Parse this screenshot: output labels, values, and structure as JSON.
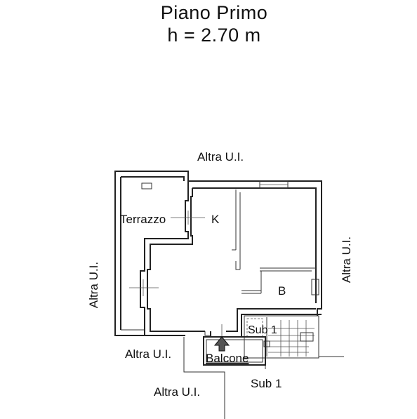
{
  "title": {
    "line1": "Piano Primo",
    "line2": "h = 2.70 m"
  },
  "labels": {
    "altra_top": "Altra U.I.",
    "altra_left": "Altra U.I.",
    "altra_right": "Altra U.I.",
    "altra_bottom_left": "Altra U.I.",
    "altra_bottom": "Altra U.I.",
    "terrazzo": "Terrazzo",
    "kitchen": "K",
    "bath": "B",
    "sub1_stair": "Sub 1",
    "sub1_bottom": "Sub 1",
    "balcone": "Balcone"
  },
  "icons": {
    "entrance": "entrance-arrow-icon"
  }
}
